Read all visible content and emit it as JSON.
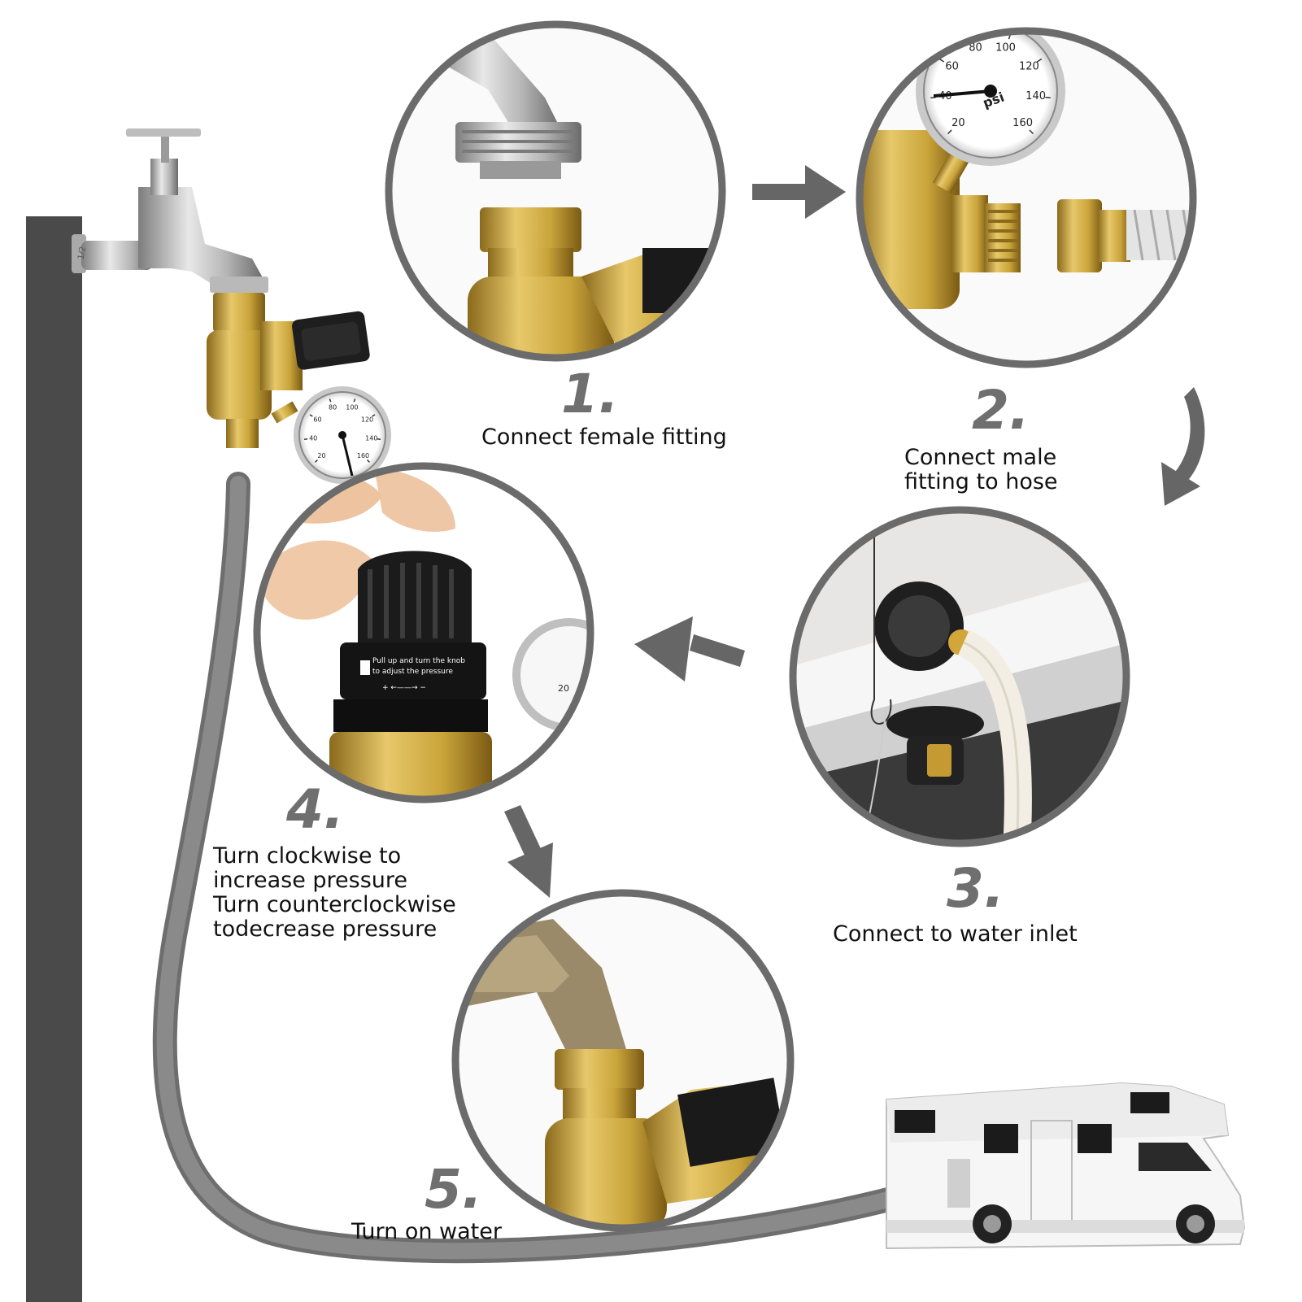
{
  "steps": [
    {
      "number": "1.",
      "caption": "Connect female fitting"
    },
    {
      "number": "2.",
      "caption_lines": [
        "Connect male",
        "fitting to hose"
      ]
    },
    {
      "number": "3.",
      "caption": "Connect to water inlet"
    },
    {
      "number": "4.",
      "caption_lines": [
        "Turn clockwise to",
        "increase pressure",
        "Turn counterclockwise",
        "todecrease pressure"
      ]
    },
    {
      "number": "5.",
      "caption": "Turn on water"
    }
  ],
  "gauge": {
    "unit": "psi",
    "ticks": [
      "20",
      "40",
      "60",
      "80",
      "100",
      "120",
      "140",
      "160"
    ]
  },
  "regulator_label": {
    "line1": "Pull up and turn the knob",
    "line2": "to adjust the pressure",
    "line3": "+ ←——→ −"
  },
  "faucet_marking": "1/2",
  "colors": {
    "circle_border": "#6b6b6b",
    "arrow": "#666666",
    "hose": "#777777",
    "wall": "#4a4a4a",
    "brass": "#c9a43a"
  }
}
